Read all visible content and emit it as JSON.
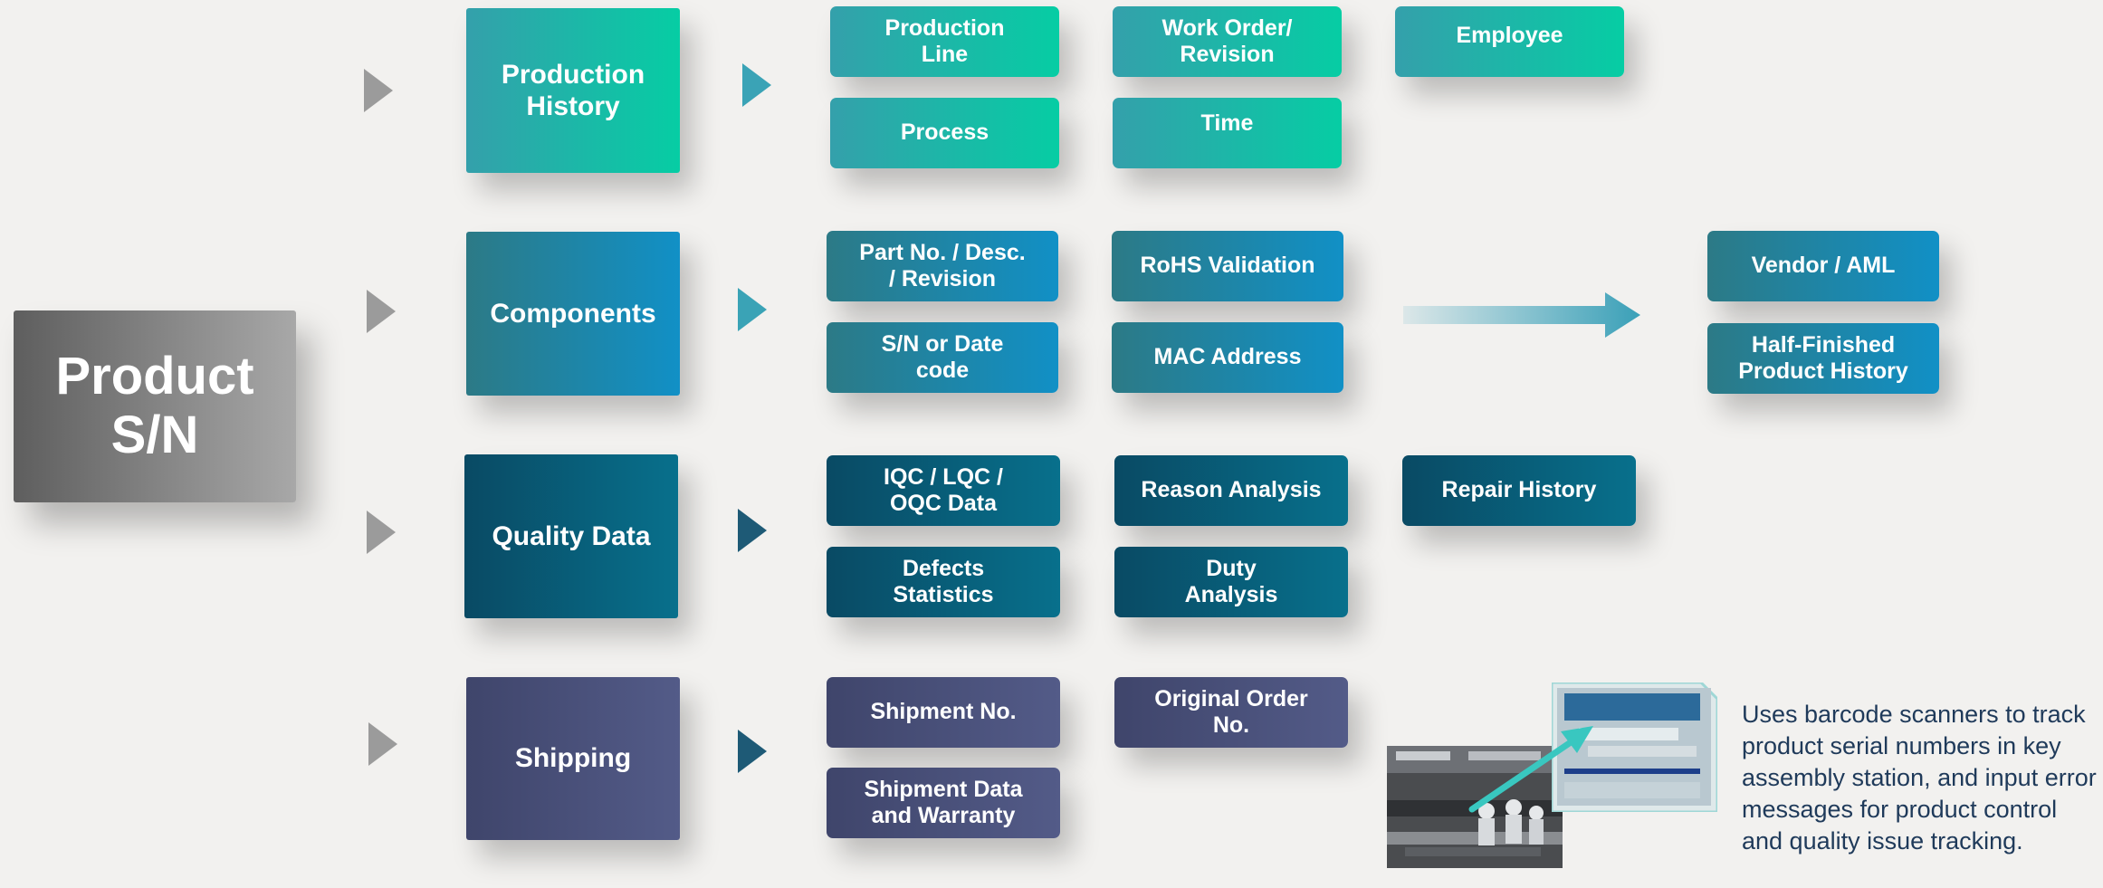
{
  "root": {
    "label": "Product\nS/N"
  },
  "categories": [
    {
      "label": "Production\nHistory",
      "items": [
        "Production\nLine",
        "Work Order/\nRevision",
        "Employee",
        "Process",
        "Time"
      ]
    },
    {
      "label": "Components",
      "items": [
        "Part No. / Desc.\n/ Revision",
        "RoHS Validation",
        "S/N or Date\ncode",
        "MAC Address"
      ]
    },
    {
      "label": "Quality Data",
      "items": [
        "IQC / LQC /\nOQC Data",
        "Reason Analysis",
        "Repair History",
        "Defects\nStatistics",
        "Duty\nAnalysis"
      ]
    },
    {
      "label": "Shipping",
      "items": [
        "Shipment No.",
        "Original Order\nNo.",
        "Shipment Data\nand Warranty"
      ]
    }
  ],
  "extended": {
    "items": [
      "Vendor / AML",
      "Half-Finished\nProduct History"
    ]
  },
  "description": "Uses barcode scanners to track product serial numbers in key assembly station, and input error messages for product control and quality issue tracking.",
  "icons": {
    "photo_factory": "factory-photo-icon",
    "photo_screen": "scanner-screen-photo-icon"
  },
  "colors": {
    "production": "#06cda4",
    "components": "#1190c6",
    "quality": "#08708c",
    "shipping": "#535b88",
    "root": "#7a7a7a",
    "text": "#1f3a5a"
  }
}
